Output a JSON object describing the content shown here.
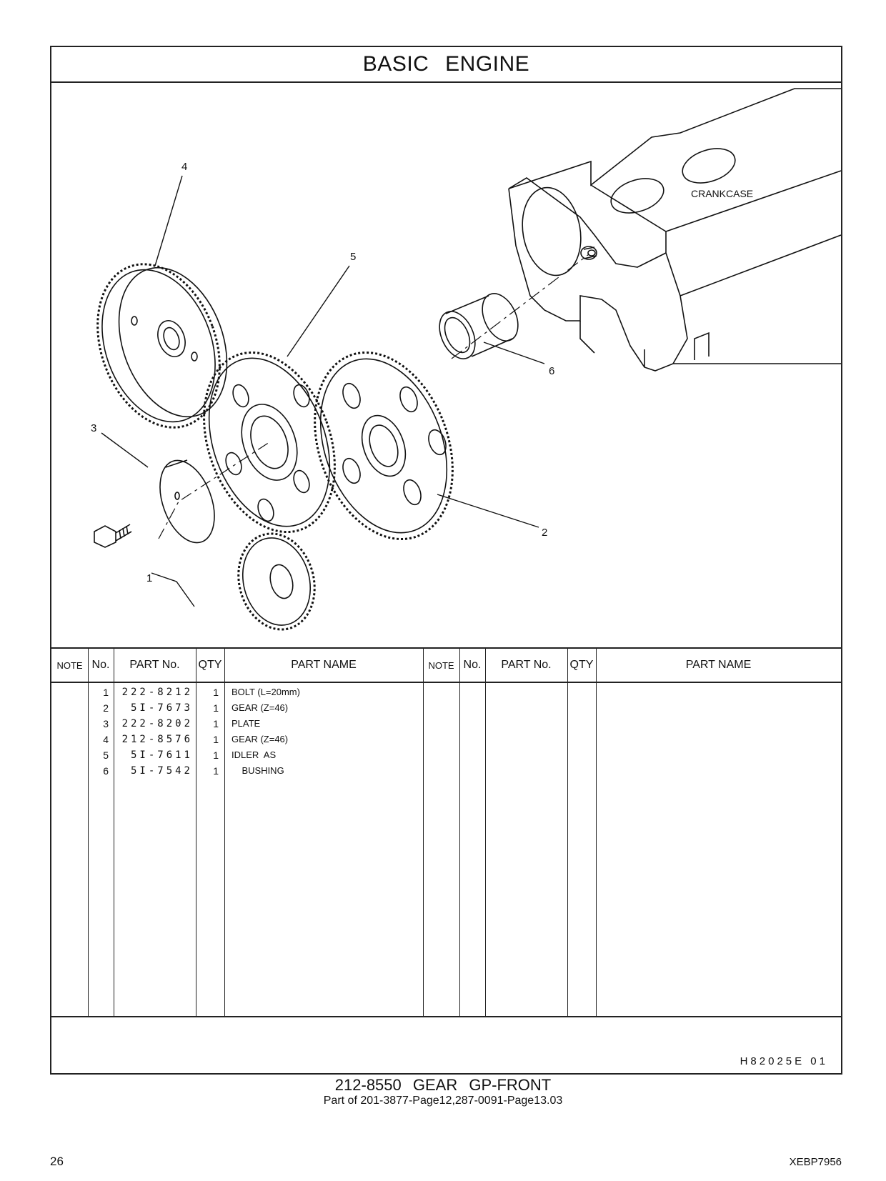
{
  "header": {
    "title": "BASIC   ENGINE"
  },
  "diagram": {
    "crankcase_label": "CRANKCASE",
    "callouts": [
      "1",
      "2",
      "3",
      "4",
      "5",
      "6"
    ]
  },
  "table": {
    "left_headers": {
      "note": "NOTE",
      "no": "No.",
      "part_no": "PART No.",
      "qty": "QTY",
      "part_name": "PART NAME"
    },
    "right_headers": {
      "note": "NOTE",
      "no": "No.",
      "part_no": "PART No.",
      "qty": "QTY",
      "part_name": "PART NAME"
    },
    "rows": [
      {
        "no": "1",
        "part_no": "222-8212",
        "qty": "1",
        "name": "BOLT (L=20mm)"
      },
      {
        "no": "2",
        "part_no": "5I-7673",
        "qty": "1",
        "name": "GEAR (Z=46)"
      },
      {
        "no": "3",
        "part_no": "222-8202",
        "qty": "1",
        "name": "PLATE"
      },
      {
        "no": "4",
        "part_no": "212-8576",
        "qty": "1",
        "name": "GEAR (Z=46)"
      },
      {
        "no": "5",
        "part_no": "5I-7611",
        "qty": "1",
        "name": "IDLER  AS"
      },
      {
        "no": "6",
        "part_no": "5I-7542",
        "qty": "1",
        "name": "    BUSHING"
      }
    ]
  },
  "footer": {
    "ref_code": "H82025E   01"
  },
  "caption": {
    "main": "212-8550   GEAR  GP-FRONT",
    "sub": "Part of 201-3877-Page12,287-0091-Page13.03"
  },
  "page": {
    "number": "26",
    "doc_code": "XEBP7956"
  }
}
